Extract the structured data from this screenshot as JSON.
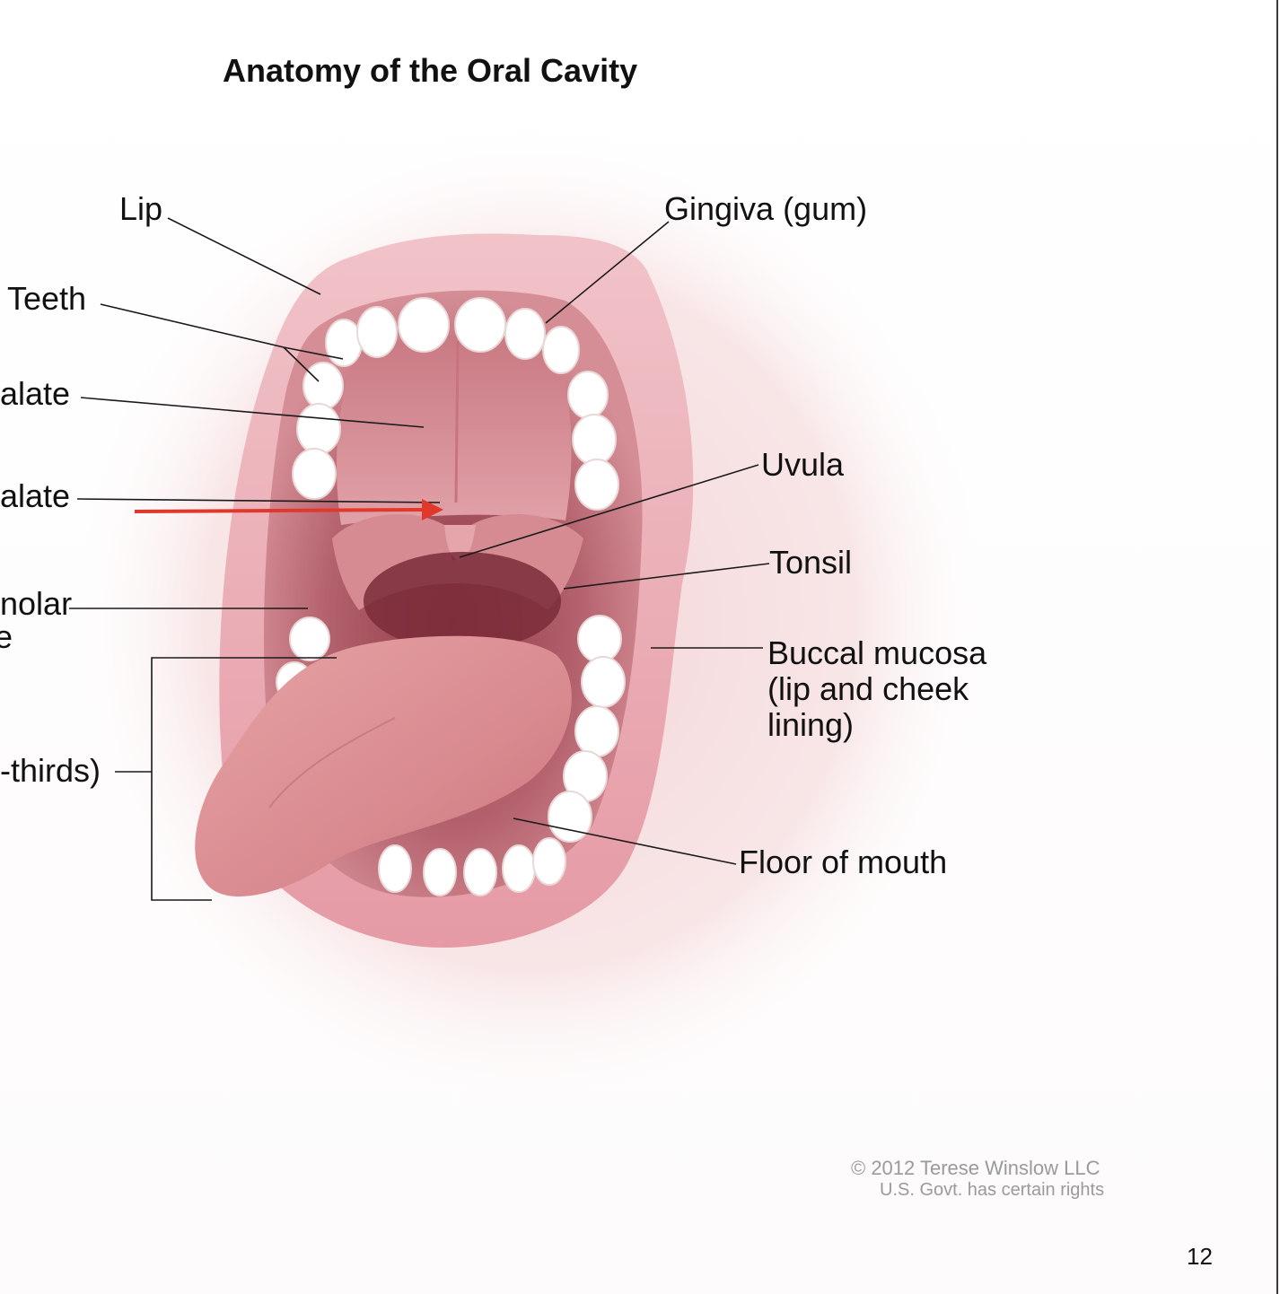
{
  "title": "Anatomy of the Oral Cavity",
  "labels": {
    "lip": "Lip",
    "gingiva": "Gingiva (gum)",
    "teeth": "Teeth",
    "hard_palate_partial": "alate",
    "soft_palate_partial": "alate",
    "uvula": "Uvula",
    "tonsil": "Tonsil",
    "retromolar_partial_1": "nolar",
    "retromolar_partial_2": "e",
    "buccal_line1": "Buccal mucosa",
    "buccal_line2": "(lip and cheek",
    "buccal_line3": "lining)",
    "tongue_partial": "-thirds)",
    "floor": "Floor of mouth"
  },
  "copyright": {
    "line1": "© 2012 Terese Winslow LLC",
    "line2": "U.S. Govt. has certain rights"
  },
  "page_number": "12",
  "colors": {
    "arrow": "#e0392b",
    "lip": "#e8a9b3",
    "cavity": "#b5636e",
    "tongue": "#dc8f93",
    "teeth": "#ffffff",
    "leader": "#1a1a1a"
  }
}
